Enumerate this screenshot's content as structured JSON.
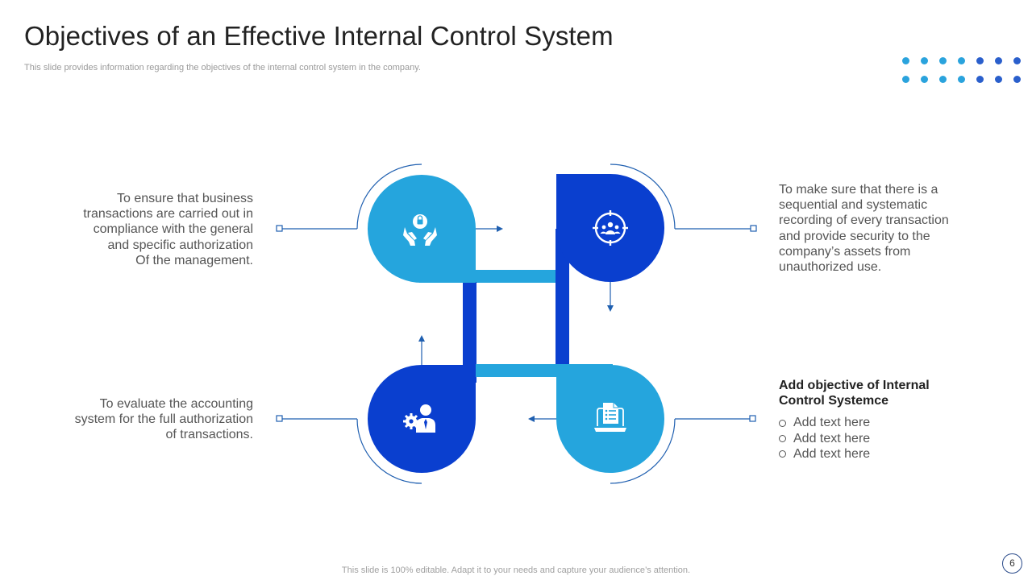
{
  "slide": {
    "title": "Objectives of an Effective Internal Control System",
    "subtitle": "This slide provides information regarding the objectives of the internal control system in the company.",
    "footer": "This slide is 100% editable. Adapt it to your needs and capture your audience’s attention.",
    "page_number": "6"
  },
  "colors": {
    "light_blue": "#25a5dd",
    "dark_blue": "#0a3fcf",
    "line_blue": "#1f5fb0",
    "dot_light": "#2aa3dd",
    "dot_dark": "#2a5fcc"
  },
  "objectives": {
    "top_left": {
      "icon": "hands-lock-icon",
      "lines": [
        "To ensure that business",
        "transactions are carried out in",
        "compliance with the general",
        "and specific authorization",
        "Of the management."
      ]
    },
    "top_right": {
      "icon": "target-people-icon",
      "lines": [
        "To make sure that there is a",
        "sequential and systematic",
        "recording of every transaction",
        "and provide security to the",
        "company’s assets from",
        "unauthorized use."
      ]
    },
    "bottom_left": {
      "icon": "businessman-gear-icon",
      "lines": [
        "To evaluate the accounting",
        "system for the full authorization",
        "of transactions."
      ]
    },
    "bottom_right": {
      "icon": "laptop-checklist-icon",
      "heading_lines": [
        "Add objective of Internal",
        "Control Systemce"
      ],
      "bullets": [
        "Add text here",
        "Add text here",
        "Add text here"
      ]
    }
  }
}
